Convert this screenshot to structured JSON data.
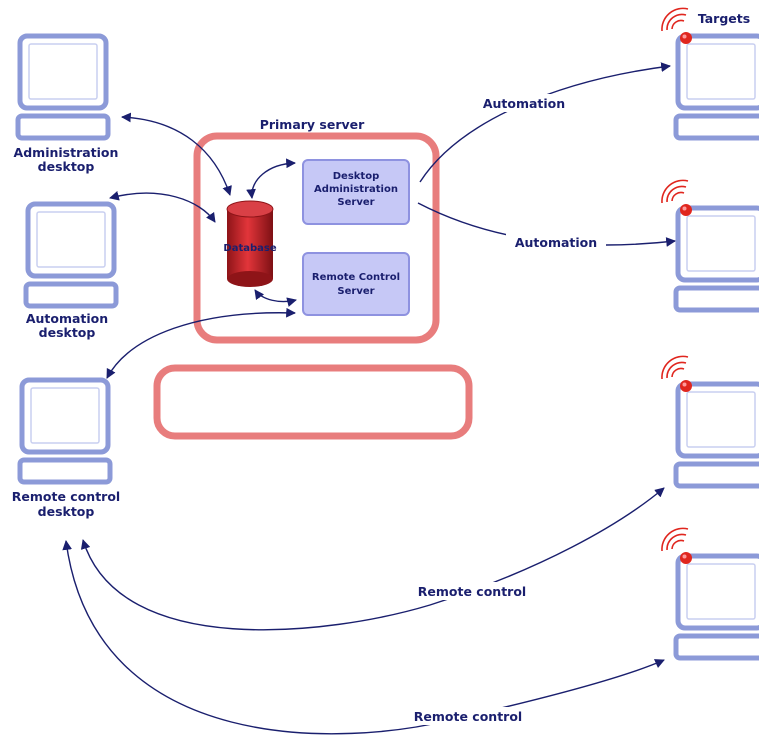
{
  "primary_server": {
    "title": "Primary server"
  },
  "components": {
    "database": "Database",
    "desktop_admin_server_lines": [
      "Desktop",
      "Administration",
      "Server"
    ],
    "remote_control_server_lines": [
      "Remote Control",
      "Server"
    ]
  },
  "desktops": {
    "administration": [
      "Administration",
      "desktop"
    ],
    "automation": [
      "Automation",
      "desktop"
    ],
    "remote_control": [
      "Remote control",
      "desktop"
    ]
  },
  "targets": {
    "title": "Targets"
  },
  "connections": {
    "automation_1": "Automation",
    "automation_2": "Automation",
    "remote_control_1": "Remote control",
    "remote_control_2": "Remote control"
  },
  "colors": {
    "arrow": "#1a1f6e",
    "server_frame": "#e87d7d",
    "component_fill": "#c6c8f6",
    "component_stroke": "#8e92e0",
    "monitor": "#8c9ad8",
    "database": "#c8242a",
    "signal": "#e0261e"
  }
}
